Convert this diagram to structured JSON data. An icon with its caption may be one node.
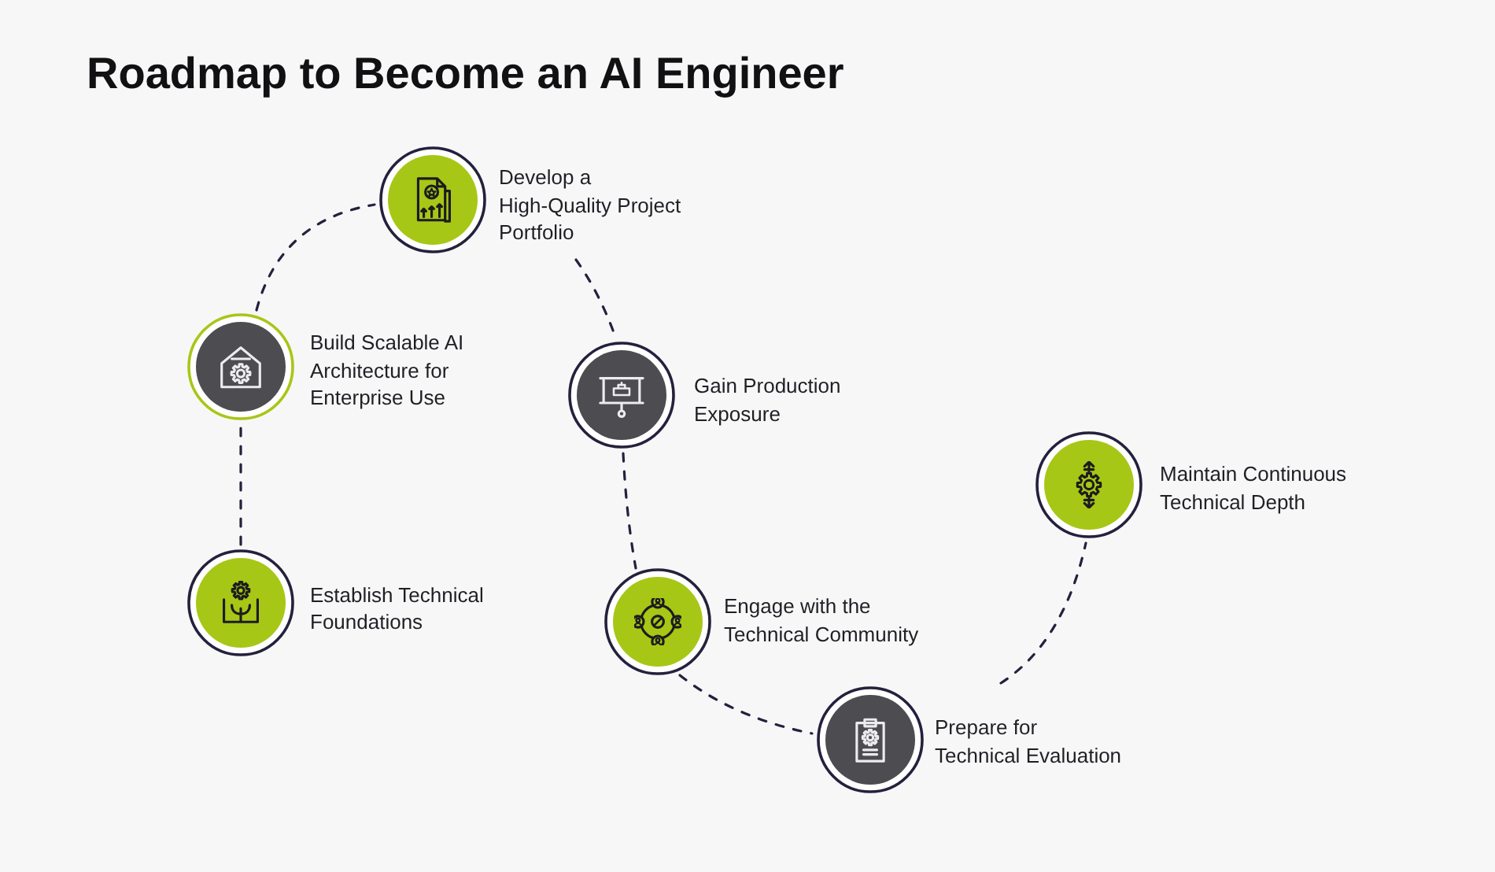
{
  "diagram": {
    "title": "Roadmap to Become an AI Engineer",
    "nodes": [
      {
        "text": [
          "Establish Technical Foundations"
        ]
      },
      {
        "text": [
          "Build Scalable AI Architecture for Enterprise Use"
        ]
      },
      {
        "text": [
          "Develop a High-Quality Project Portfolio"
        ]
      },
      {
        "text": [
          "Gain Production Exposure"
        ]
      },
      {
        "text": [
          "Engage with the Technical Community"
        ]
      },
      {
        "text": [
          "Prepare for Technical Evaluation"
        ]
      },
      {
        "text": [
          "Maintain Continuous Technical Depth"
        ]
      }
    ],
    "edges": [
      {
        "from": 0,
        "to": 1,
        "arrow": "none",
        "style": "dashed"
      },
      {
        "from": 1,
        "to": 2,
        "arrow": "none",
        "style": "dashed"
      },
      {
        "from": 2,
        "to": 3,
        "arrow": "none",
        "style": "dashed"
      },
      {
        "from": 3,
        "to": 4,
        "arrow": "none",
        "style": "dashed"
      },
      {
        "from": 4,
        "to": 5,
        "arrow": "none",
        "style": "dashed"
      },
      {
        "from": 5,
        "to": 6,
        "arrow": "none",
        "style": "dashed"
      }
    ]
  }
}
